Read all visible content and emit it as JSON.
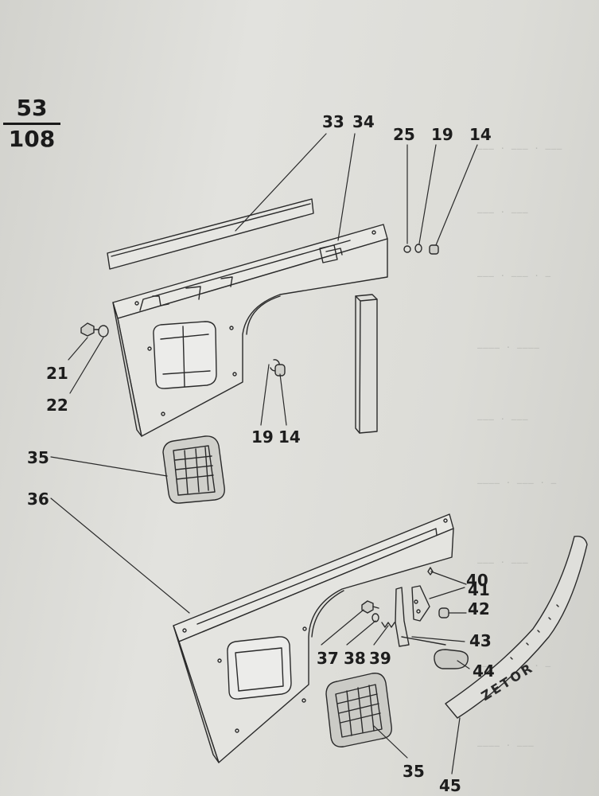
{
  "page_reference": {
    "numerator": "53",
    "denominator": "108"
  },
  "callouts": {
    "c33": "33",
    "c34": "34",
    "c25": "25",
    "c19a": "19",
    "c14a": "14",
    "c21": "21",
    "c22": "22",
    "c19b": "19",
    "c14b": "14",
    "c35a": "35",
    "c36": "36",
    "c40": "40",
    "c41": "41",
    "c42": "42",
    "c43": "43",
    "c44": "44",
    "c37": "37",
    "c38": "38",
    "c39": "39",
    "c35b": "35",
    "c45": "45"
  },
  "emblem_text": "ZETOR",
  "colors": {
    "ink": "#1d1d1d",
    "paper": "#dcdcd7",
    "panel_fill": "#e4e4e0"
  }
}
